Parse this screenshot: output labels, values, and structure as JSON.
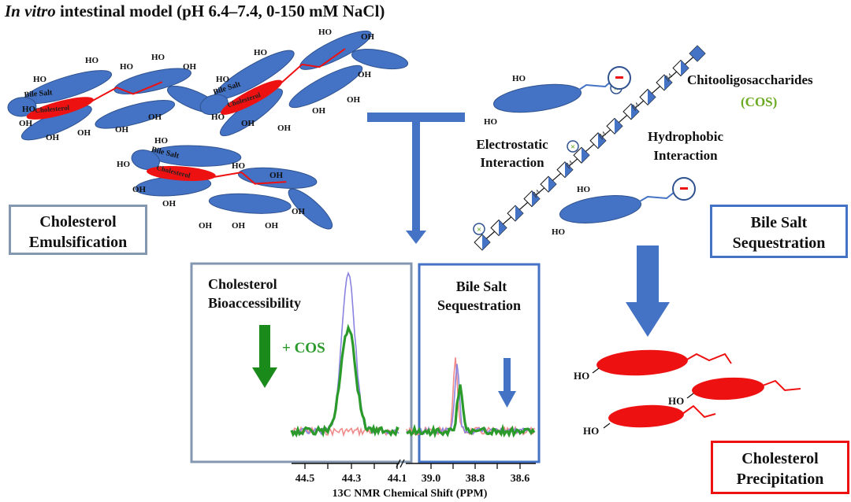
{
  "title": {
    "italic": "In vitro",
    "rest": " intestinal model (pH 6.4–7.4, 0-150 mM NaCl)"
  },
  "micelle": {
    "bile_salt": "Bile Salt",
    "cholesterol": "Cholesterol",
    "hydroxyl": "HO",
    "hydroxyl_alt": "OH"
  },
  "boxes": {
    "emulsification": [
      "Cholesterol",
      "Emulsification"
    ],
    "sequestration": [
      "Bile Salt",
      "Sequestration"
    ],
    "precipitation": [
      "Cholesterol",
      "Precipitation"
    ]
  },
  "cos": {
    "name": "Chitooligosaccharides",
    "abbr": "(COS)",
    "linkage": "β4"
  },
  "interactions": {
    "electrostatic": [
      "Electrostatic",
      "Interaction"
    ],
    "hydrophobic": [
      "Hydrophobic",
      "Interaction"
    ]
  },
  "nmr": {
    "panel_left": [
      "Cholesterol",
      "Bioaccessibility"
    ],
    "panel_right": [
      "Bile Salt",
      "Sequestration"
    ],
    "cos_label": "+ COS",
    "x_ticks_left": [
      "44.5",
      "44.3",
      "44.1"
    ],
    "x_ticks_right": [
      "39.0",
      "38.8",
      "38.6"
    ],
    "xlabel": "13C NMR Chemical Shift (PPM)"
  },
  "colors": {
    "bile_blue": "#4472c4",
    "bile_stroke": "#2f528f",
    "cholesterol_red": "#ee1111",
    "panel_left_border": "#8497b0",
    "panel_right_border": "#4472c4",
    "cos_green": "#2a9a2a",
    "seq_box_border": "#4472c4",
    "precip_box_border": "#ee1111",
    "emul_box_border": "#8497b0"
  }
}
